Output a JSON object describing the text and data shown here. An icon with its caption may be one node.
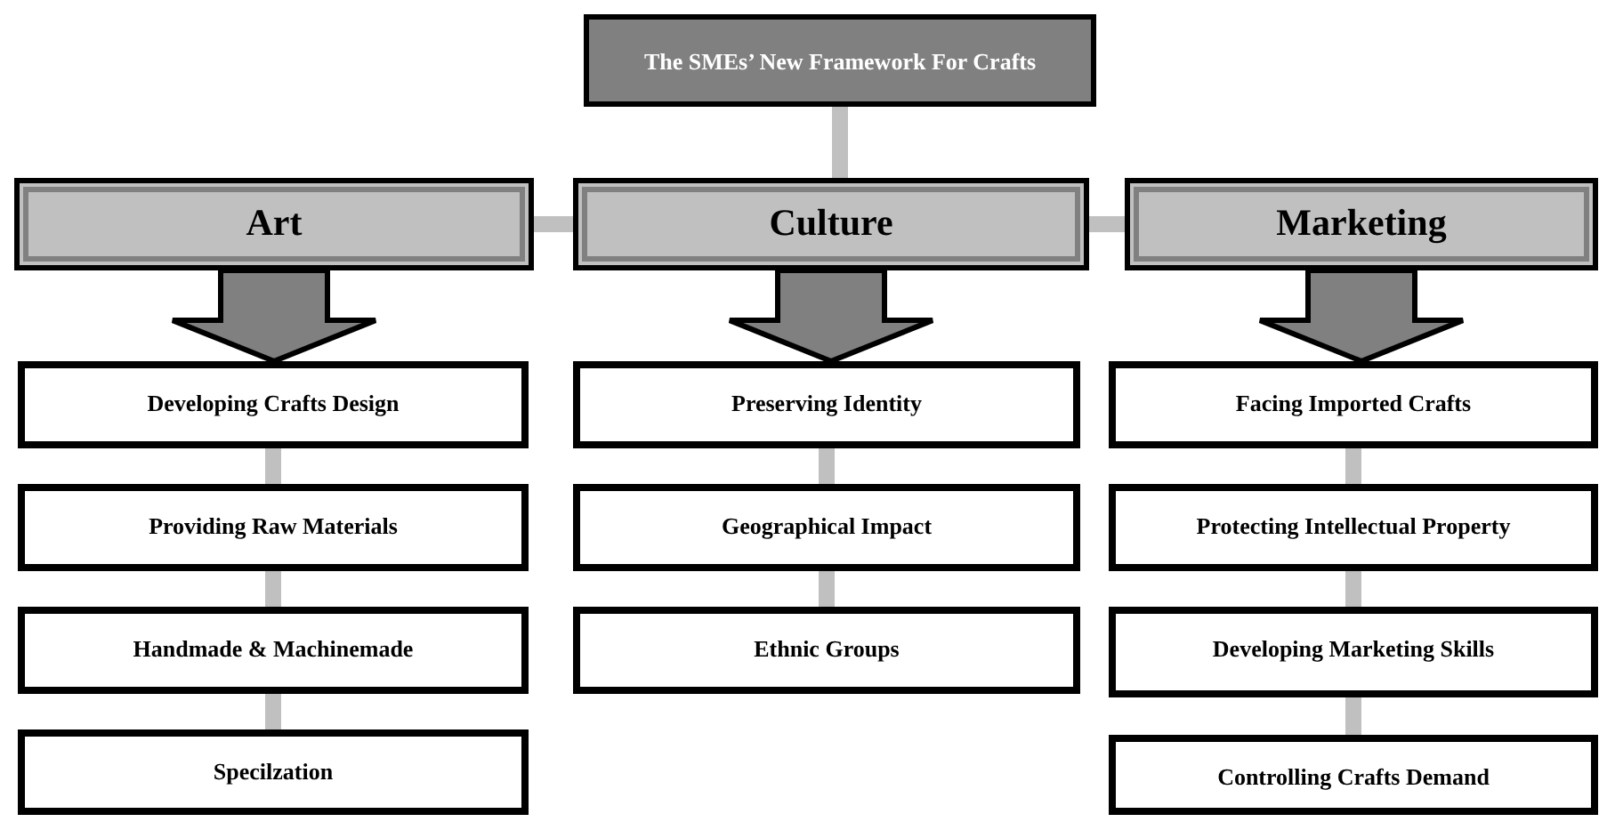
{
  "diagram": {
    "nodes": [
      {
        "text": [
          "The SMEs’ New Framework For Crafts"
        ]
      },
      {
        "text": [
          "Art"
        ]
      },
      {
        "text": [
          "Culture"
        ]
      },
      {
        "text": [
          "Marketing"
        ]
      },
      {
        "text": [
          "Developing Crafts Design"
        ]
      },
      {
        "text": [
          "Providing Raw Materials"
        ]
      },
      {
        "text": [
          "Handmade & Machinemade"
        ]
      },
      {
        "text": [
          "Specilzation"
        ]
      },
      {
        "text": [
          "Preserving Identity"
        ]
      },
      {
        "text": [
          "Geographical Impact"
        ]
      },
      {
        "text": [
          "Ethnic Groups"
        ]
      },
      {
        "text": [
          "Facing Imported Crafts"
        ]
      },
      {
        "text": [
          "Protecting Intellectual Property"
        ]
      },
      {
        "text": [
          "Developing Marketing Skills"
        ]
      },
      {
        "text": [
          "Controlling Crafts Demand"
        ]
      }
    ],
    "edges": [
      {
        "from": 0,
        "to": 2,
        "arrow": "none"
      },
      {
        "from": 1,
        "to": 2,
        "arrow": "none"
      },
      {
        "from": 2,
        "to": 3,
        "arrow": "none"
      },
      {
        "from": 1,
        "to": 4,
        "arrow": "to"
      },
      {
        "from": 2,
        "to": 8,
        "arrow": "to"
      },
      {
        "from": 3,
        "to": 11,
        "arrow": "to"
      },
      {
        "from": 4,
        "to": 5,
        "arrow": "none"
      },
      {
        "from": 5,
        "to": 6,
        "arrow": "none"
      },
      {
        "from": 6,
        "to": 7,
        "arrow": "none"
      },
      {
        "from": 8,
        "to": 9,
        "arrow": "none"
      },
      {
        "from": 9,
        "to": 10,
        "arrow": "none"
      },
      {
        "from": 11,
        "to": 12,
        "arrow": "none"
      },
      {
        "from": 12,
        "to": 13,
        "arrow": "none"
      },
      {
        "from": 13,
        "to": 14,
        "arrow": "none"
      }
    ]
  }
}
